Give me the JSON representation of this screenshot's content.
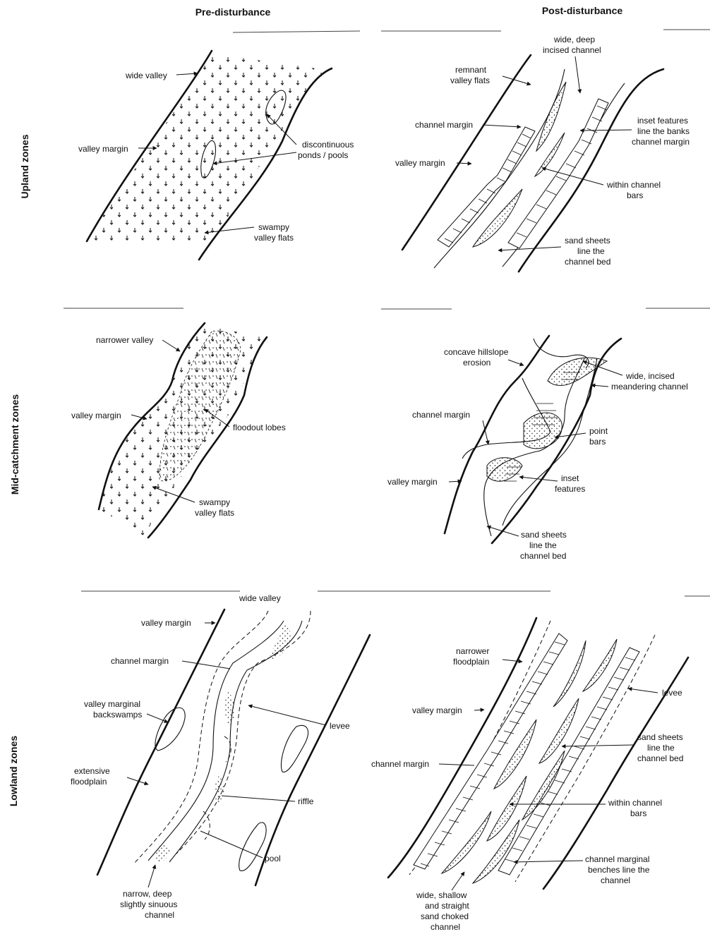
{
  "headers": {
    "pre": "Pre-disturbance",
    "post": "Post-disturbance"
  },
  "zones": {
    "upland": "Upland zones",
    "mid": "Mid-catchment zones",
    "lowland": "Lowland zones"
  },
  "upland_pre": {
    "wide_valley": "wide valley",
    "valley_margin": "valley margin",
    "ponds": [
      "discontinuous",
      "ponds / pools"
    ],
    "swampy": [
      "swampy",
      "valley flats"
    ]
  },
  "upland_post": {
    "incised": [
      "wide, deep",
      "incised channel"
    ],
    "remnant": [
      "remnant",
      "valley flats"
    ],
    "channel_margin": "channel margin",
    "valley_margin": "valley margin",
    "inset": [
      "inset features",
      "line the banks",
      "channel margin"
    ],
    "bars": [
      "within channel",
      "bars"
    ],
    "sand": [
      "sand sheets",
      "line the",
      "channel bed"
    ]
  },
  "mid_pre": {
    "narrower_valley": "narrower valley",
    "valley_margin": "valley margin",
    "floodout": "floodout lobes",
    "swampy": [
      "swampy",
      "valley flats"
    ]
  },
  "mid_post": {
    "hillslope": [
      "concave hillslope",
      "erosion"
    ],
    "meandering": [
      "wide, incised",
      "meandering channel"
    ],
    "channel_margin": "channel margin",
    "point_bars": [
      "point",
      "bars"
    ],
    "valley_margin": "valley margin",
    "inset": [
      "inset",
      "features"
    ],
    "sand": [
      "sand sheets",
      "line the",
      "channel bed"
    ]
  },
  "low_pre": {
    "wide_valley": "wide valley",
    "valley_margin": "valley margin",
    "channel_margin": "channel margin",
    "backswamps": [
      "valley marginal",
      "backswamps"
    ],
    "levee": "levee",
    "floodplain": [
      "extensive",
      "floodplain"
    ],
    "riffle": "riffle",
    "pool": "pool",
    "channel": [
      "narrow, deep",
      "slightly sinuous",
      "channel"
    ]
  },
  "low_post": {
    "narrower": [
      "narrower",
      "floodplain"
    ],
    "levee": "levee",
    "valley_margin": "valley margin",
    "sand": [
      "sand sheets",
      "line the",
      "channel bed"
    ],
    "channel_margin": "channel margin",
    "bars": [
      "within channel",
      "bars"
    ],
    "benches": [
      "channel marginal",
      "benches line the",
      "channel"
    ],
    "choked": [
      "wide, shallow",
      "and straight",
      "sand choked",
      "channel"
    ]
  }
}
